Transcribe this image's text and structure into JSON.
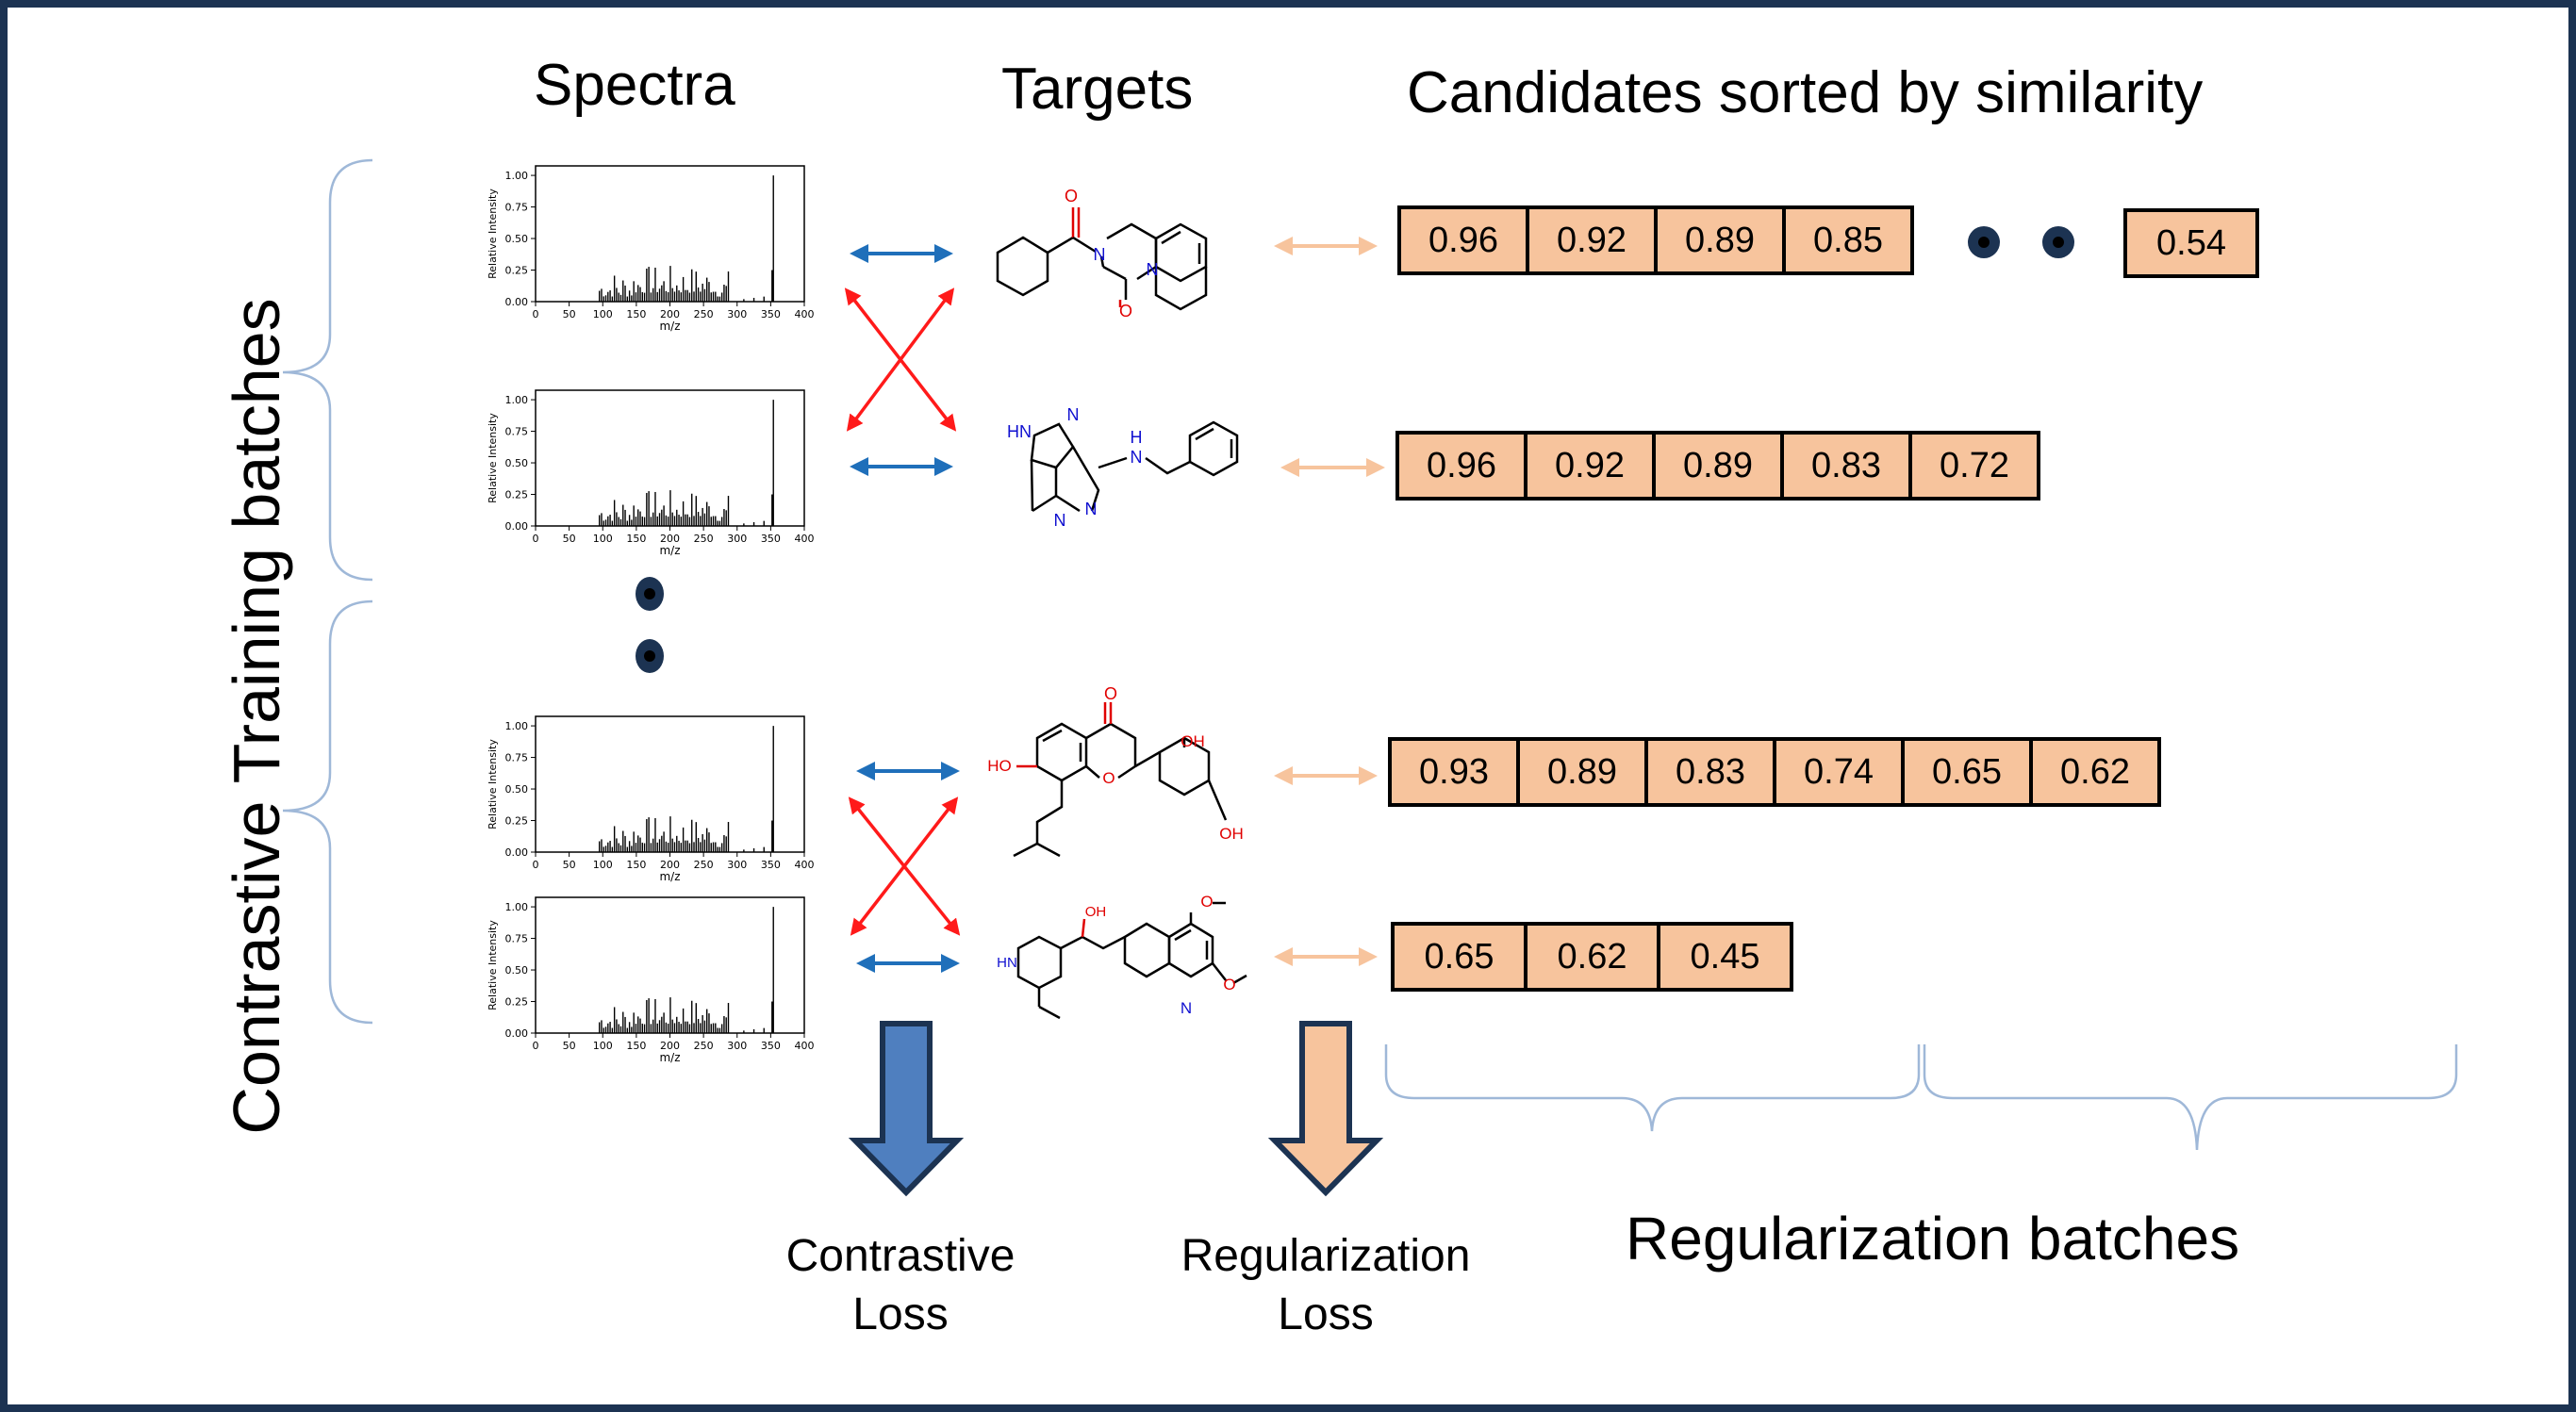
{
  "headers": {
    "spectra": "Spectra",
    "targets": "Targets",
    "candidates": "Candidates sorted by similarity",
    "contrastive_batches": "Contrastive Training batches",
    "regularization_batches": "Regularization batches"
  },
  "losses": {
    "contrastive_line1": "Contrastive",
    "contrastive_line2": "Loss",
    "regularization_line1": "Regularization",
    "regularization_line2": "Loss"
  },
  "spectrum_axes": {
    "ylabel": "Relative Intensity",
    "xlabel": "m/z",
    "yticks": [
      "0.00",
      "0.25",
      "0.50",
      "0.75",
      "1.00"
    ],
    "xticks": [
      "0",
      "50",
      "100",
      "150",
      "200",
      "250",
      "300",
      "350",
      "400"
    ]
  },
  "candidate_rows": [
    {
      "first": [
        "0.96",
        "0.92",
        "0.89",
        "0.85"
      ],
      "last": "0.54"
    },
    {
      "values": [
        "0.96",
        "0.92",
        "0.89",
        "0.83",
        "0.72"
      ]
    },
    {
      "values": [
        "0.93",
        "0.89",
        "0.83",
        "0.74",
        "0.65",
        "0.62"
      ]
    },
    {
      "values": [
        "0.65",
        "0.62",
        "0.45"
      ]
    }
  ],
  "molecule_atoms": {
    "m1": [
      "O",
      "N",
      "N",
      "O"
    ],
    "m2": [
      "HN",
      "N",
      "N",
      "N",
      "H",
      "N"
    ],
    "m3": [
      "O",
      "HO",
      "O",
      "OH",
      "OH"
    ],
    "m4": [
      "OH",
      "HN",
      "O",
      "N",
      "O"
    ]
  },
  "colors": {
    "frame": "#1c3352",
    "cell_fill": "#f7c49d",
    "pair_arrow": "#1f6fba",
    "cross_arrow": "#ff1a1a",
    "candidate_arrow": "#f7c49d",
    "contrastive_arrow": "#4f7fbf",
    "regularization_arrow": "#f7c49d",
    "brace": "#9fb8d8"
  }
}
